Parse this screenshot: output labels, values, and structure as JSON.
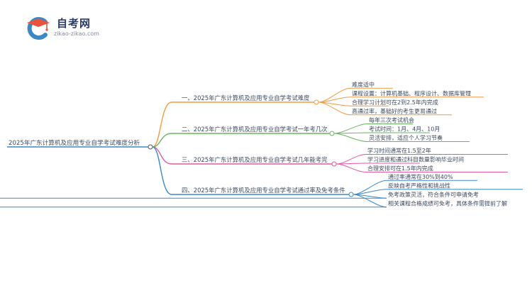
{
  "logo": {
    "title": "自考网",
    "subtitle": "zikao-zikao.com",
    "icon": "graduation-cap-c-icon"
  },
  "mindmap": {
    "root": {
      "label": "2025年广东计算机及应用专业自学考试难度分析"
    },
    "branches": [
      {
        "label": "一、2025年广东计算机及应用专业自学考试难度",
        "color": "#F29A43",
        "leaves": [
          "难度适中",
          "课程设置：计算机基础、程序设计、数据库管理",
          "合理学习计划可在2到2.5年内完成",
          "高通过率，基础好的考生更易通过"
        ]
      },
      {
        "label": "二、2025年广东计算机及应用专业自学考试一年考几次",
        "color": "#6BB55E",
        "leaves": [
          "每年三次考试机会",
          "考试时间：1月、4月、10月",
          "灵活安排，适应个人学习节奏"
        ]
      },
      {
        "label": "三、2025年广东计算机及应用专业自学考试几年能考完",
        "color": "#E05AA8",
        "leaves": [
          "学习时间通常在1.5至2年",
          "学习进度和通过科目数量影响毕业时间",
          "合理安排可在1.5年内完成"
        ]
      },
      {
        "label": "四、2025年广东计算机及应用专业自学考试通过率及免考条件",
        "color": "#3C88C5",
        "leaves": [
          "通过率通常在30%到40%",
          "反映自考严格性和挑战性",
          "免考政策灵活，符合条件可申请免考",
          "相关课程合格成绩可免考，具体条件需提前了解"
        ]
      }
    ]
  },
  "colors": {
    "root_line": "#3C88C5",
    "text": "#3b4a5e"
  }
}
